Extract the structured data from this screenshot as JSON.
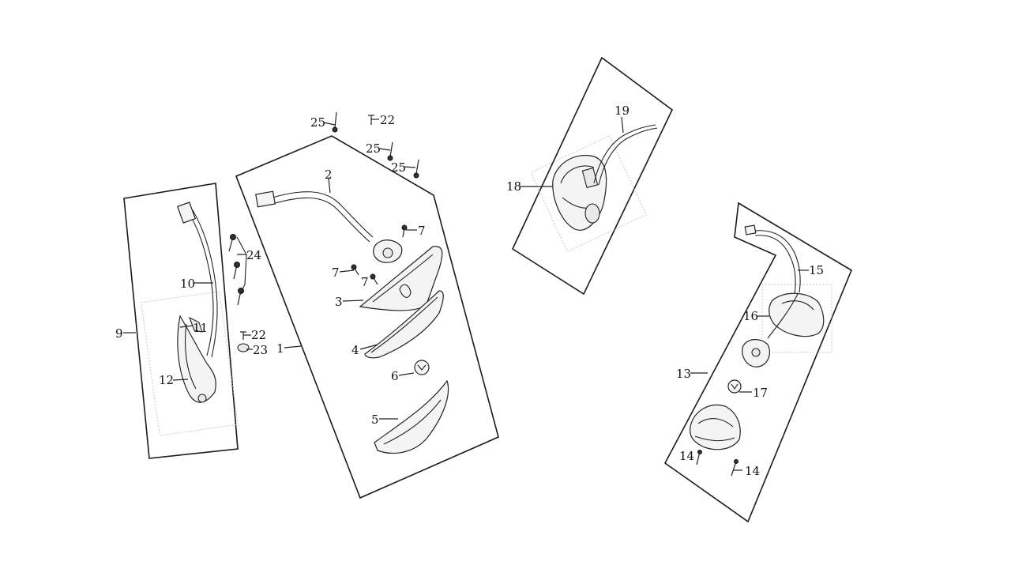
{
  "labels": {
    "l1": "1",
    "l2": "2",
    "l3": "3",
    "l4": "4",
    "l5": "5",
    "l6": "6",
    "l7a": "7",
    "l7b": "7",
    "l7c": "7",
    "l9": "9",
    "l10": "10",
    "l11": "11",
    "l12": "12",
    "l13": "13",
    "l14a": "14",
    "l14b": "14",
    "l15": "15",
    "l16": "16",
    "l17": "17",
    "l18": "18",
    "l19": "19",
    "l22a": "22",
    "l22b": "22",
    "l23": "23",
    "l24": "24",
    "l25a": "25",
    "l25b": "25",
    "l25c": "25"
  }
}
